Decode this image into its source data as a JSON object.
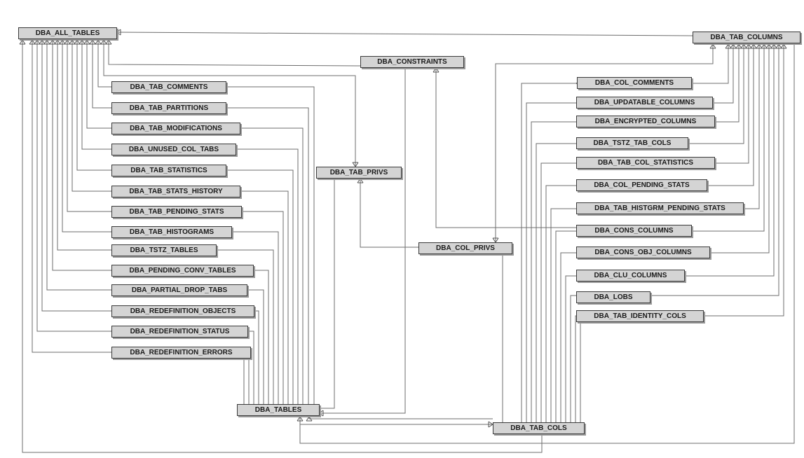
{
  "entities": {
    "dba_all_tables": "DBA_ALL_TABLES",
    "dba_tab_columns": "DBA_TAB_COLUMNS",
    "dba_constraints": "DBA_CONSTRAINTS",
    "dba_tab_comments": "DBA_TAB_COMMENTS",
    "dba_tab_partitions": "DBA_TAB_PARTITIONS",
    "dba_tab_modifications": "DBA_TAB_MODIFICATIONS",
    "dba_unused_col_tabs": "DBA_UNUSED_COL_TABS",
    "dba_tab_statistics": "DBA_TAB_STATISTICS",
    "dba_tab_stats_history": "DBA_TAB_STATS_HISTORY",
    "dba_tab_pending_stats": "DBA_TAB_PENDING_STATS",
    "dba_tab_histograms": "DBA_TAB_HISTOGRAMS",
    "dba_tstz_tables": "DBA_TSTZ_TABLES",
    "dba_pending_conv_tables": "DBA_PENDING_CONV_TABLES",
    "dba_partial_drop_tabs": "DBA_PARTIAL_DROP_TABS",
    "dba_redefinition_objects": "DBA_REDEFINITION_OBJECTS",
    "dba_redefinition_status": "DBA_REDEFINITION_STATUS",
    "dba_redefinition_errors": "DBA_REDEFINITION_ERRORS",
    "dba_tab_privs": "DBA_TAB_PRIVS",
    "dba_col_privs": "DBA_COL_PRIVS",
    "dba_tables": "DBA_TABLES",
    "dba_tab_cols": "DBA_TAB_COLS",
    "dba_col_comments": "DBA_COL_COMMENTS",
    "dba_updatable_columns": "DBA_UPDATABLE_COLUMNS",
    "dba_encrypted_columns": "DBA_ENCRYPTED_COLUMNS",
    "dba_tstz_tab_cols": "DBA_TSTZ_TAB_COLS",
    "dba_tab_col_statistics": "DBA_TAB_COL_STATISTICS",
    "dba_col_pending_stats": "DBA_COL_PENDING_STATS",
    "dba_tab_histgrm_pending_stats": "DBA_TAB_HISTGRM_PENDING_STATS",
    "dba_cons_columns": "DBA_CONS_COLUMNS",
    "dba_cons_obj_columns": "DBA_CONS_OBJ_COLUMNS",
    "dba_clu_columns": "DBA_CLU_COLUMNS",
    "dba_lobs": "DBA_LOBS",
    "dba_tab_identity_cols": "DBA_TAB_IDENTITY_COLS"
  }
}
